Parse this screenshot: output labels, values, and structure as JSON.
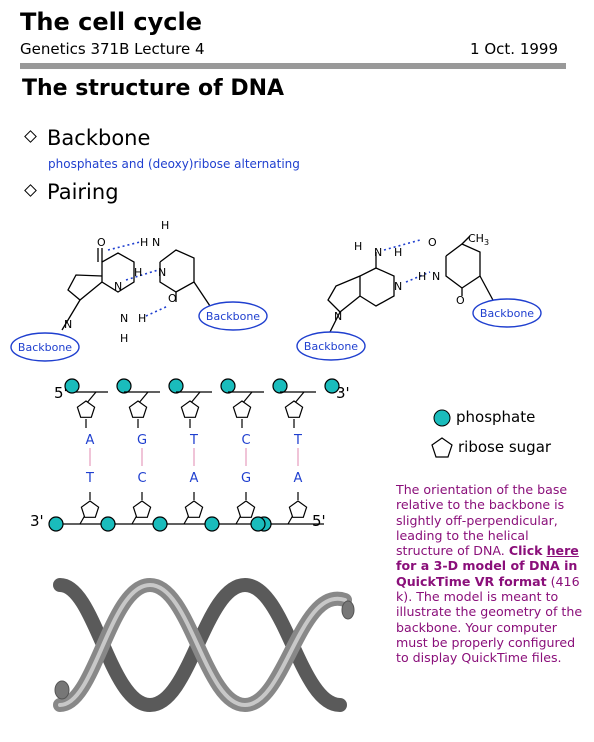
{
  "header": {
    "title": "The cell cycle",
    "course": "Genetics 371B Lecture 4",
    "date": "1 Oct. 1999"
  },
  "section_title": "The structure of DNA",
  "bullets": [
    {
      "label": "Backbone",
      "detail": "phosphates and (deoxy)ribose alternating"
    },
    {
      "label": "Pairing"
    }
  ],
  "pairing_diagram": {
    "backbone_label": "Backbone",
    "atoms": {
      "H": "H",
      "N": "N",
      "O": "O",
      "CH3": "CH",
      "CH3_sub": "3"
    }
  },
  "strand_diagram": {
    "top_5": "5'",
    "top_3": "3'",
    "bottom_3": "3'",
    "bottom_5": "5'",
    "top_bases": [
      "A",
      "G",
      "T",
      "C",
      "T"
    ],
    "bottom_bases": [
      "T",
      "C",
      "A",
      "G",
      "A"
    ]
  },
  "legend": {
    "phosphate": "phosphate",
    "ribose": "ribose sugar"
  },
  "colors": {
    "accent_blue": "#1f3fcf",
    "phosphate_teal": "#1abcbc",
    "note_purple": "#8a0f7a",
    "rule_gray": "#999999"
  },
  "note": {
    "text1": "The orientation of the base relative to the backbone is slightly off-perpendicular, leading to the helical structure of DNA.",
    "click": "Click",
    "here_link": "here",
    "bold2": "for a 3-D model of DNA in QuickTime VR format",
    "size": "(416 k).",
    "text3": "The model is meant to illustrate the geometry of the backbone. Your computer must be properly configured to display QuickTime files."
  }
}
